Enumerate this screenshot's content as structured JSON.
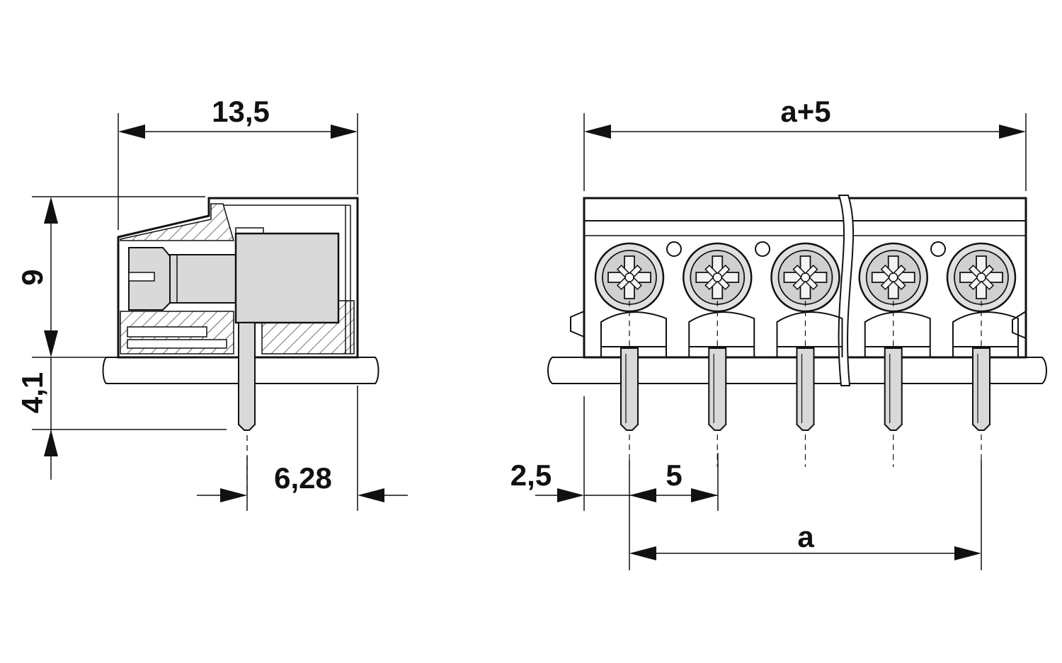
{
  "side_view": {
    "dim_width": "13,5",
    "dim_height": "9",
    "dim_pin_length": "4,1",
    "dim_pin_offset": "6,28"
  },
  "front_view": {
    "dim_total_width": "a+5",
    "dim_edge_offset": "2,5",
    "dim_pitch": "5",
    "dim_span": "a",
    "terminal_count": 5
  }
}
